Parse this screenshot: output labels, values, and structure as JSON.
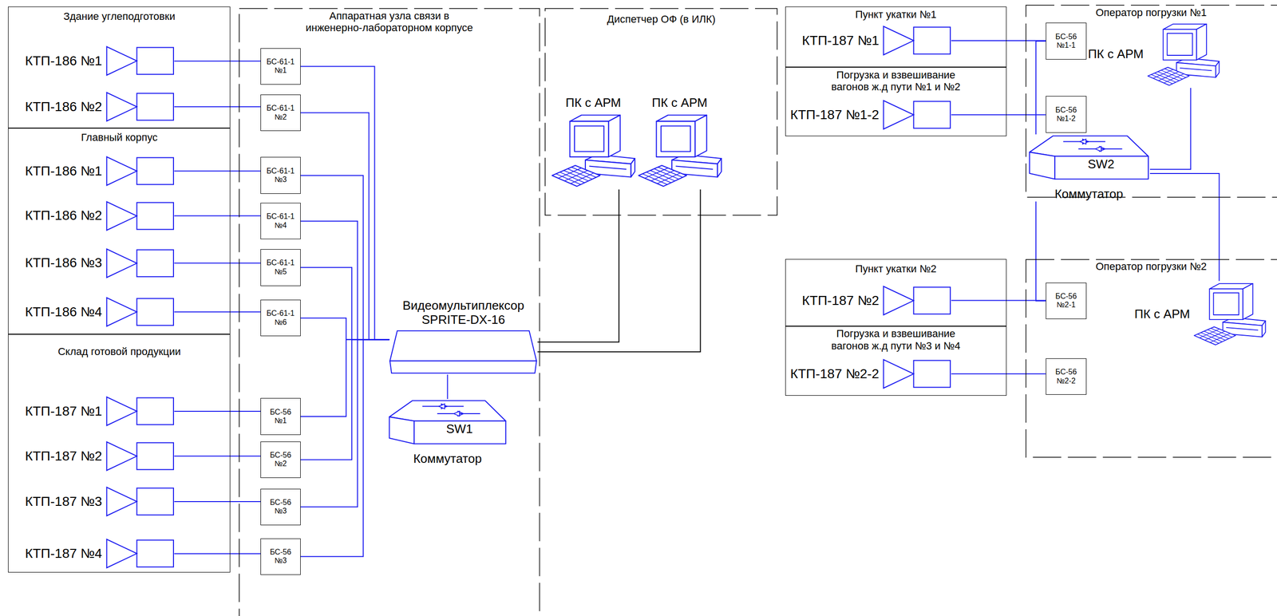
{
  "diagram": {
    "nodes": [
      {
        "text": [
          "Здание углеподготовки"
        ]
      },
      {
        "text": [
          "КТП-186 №1"
        ],
        "in": 0
      },
      {
        "text": [
          "КТП-186 №2"
        ],
        "in": 0
      },
      {
        "text": [
          "Главный корпус"
        ]
      },
      {
        "text": [
          "КТП-186 №1"
        ],
        "in": 3
      },
      {
        "text": [
          "КТП-186 №2"
        ],
        "in": 3
      },
      {
        "text": [
          "КТП-186 №3"
        ],
        "in": 3
      },
      {
        "text": [
          "КТП-186 №4"
        ],
        "in": 3
      },
      {
        "text": [
          "Склад готовой продукции"
        ]
      },
      {
        "text": [
          "КТП-187 №1"
        ],
        "in": 8
      },
      {
        "text": [
          "КТП-187 №2"
        ],
        "in": 8
      },
      {
        "text": [
          "КТП-187 №3"
        ],
        "in": 8
      },
      {
        "text": [
          "КТП-187 №4"
        ],
        "in": 8
      },
      {
        "text": [
          "Аппаратная узла связи в инженерно-лабораторном корпусе"
        ]
      },
      {
        "text": [
          "БС-61-1 №1"
        ],
        "in": 13
      },
      {
        "text": [
          "БС-61-1 №2"
        ],
        "in": 13
      },
      {
        "text": [
          "БС-61-1 №3"
        ],
        "in": 13
      },
      {
        "text": [
          "БС-61-1 №4"
        ],
        "in": 13
      },
      {
        "text": [
          "БС-61-1 №5"
        ],
        "in": 13
      },
      {
        "text": [
          "БС-61-1 №6"
        ],
        "in": 13
      },
      {
        "text": [
          "БС-56 №1"
        ],
        "in": 13
      },
      {
        "text": [
          "БС-56 №2"
        ],
        "in": 13
      },
      {
        "text": [
          "БС-56 №3"
        ],
        "in": 13
      },
      {
        "text": [
          "БС-56 №3"
        ],
        "in": 13
      },
      {
        "text": [
          "Видеомультиплексор SPRITE-DX-16"
        ],
        "in": 13
      },
      {
        "text": [
          "SW1",
          "Коммутатор"
        ],
        "in": 13
      },
      {
        "text": [
          "Диспетчер ОФ (в ИЛК)"
        ]
      },
      {
        "text": [
          "ПК с АРМ"
        ],
        "in": 26
      },
      {
        "text": [
          "ПК с АРМ"
        ],
        "in": 26
      },
      {
        "text": [
          "Пункт укатки №1"
        ]
      },
      {
        "text": [
          "КТП-187 №1"
        ],
        "in": 29
      },
      {
        "text": [
          "Погрузка и взвешивание вагонов ж.д пути №1 и №2"
        ]
      },
      {
        "text": [
          "КТП-187 №1-2"
        ],
        "in": 31
      },
      {
        "text": [
          "Оператор погрузки №1"
        ]
      },
      {
        "text": [
          "БС-56 №1-1"
        ],
        "in": 33
      },
      {
        "text": [
          "ПК с АРМ"
        ],
        "in": 33
      },
      {
        "text": [
          "БС-56 №1-2"
        ],
        "in": 33
      },
      {
        "text": [
          "SW2",
          "Коммутатор"
        ],
        "in": 33
      },
      {
        "text": [
          "Пункт укатки №2"
        ]
      },
      {
        "text": [
          "КТП-187 №2"
        ],
        "in": 38
      },
      {
        "text": [
          "Погрузка и взвешивание вагонов ж.д пути №3 и №4"
        ]
      },
      {
        "text": [
          "КТП-187 №2-2"
        ],
        "in": 40
      },
      {
        "text": [
          "Оператор погрузки №2"
        ]
      },
      {
        "text": [
          "БС-56 №2-1"
        ],
        "in": 42
      },
      {
        "text": [
          "БС-56 №2-2"
        ],
        "in": 42
      },
      {
        "text": [
          "ПК с АРМ"
        ],
        "in": 42
      }
    ],
    "edges": [
      {
        "from": 1,
        "to": 14,
        "arrow": "none"
      },
      {
        "from": 2,
        "to": 15,
        "arrow": "none"
      },
      {
        "from": 4,
        "to": 16,
        "arrow": "none"
      },
      {
        "from": 5,
        "to": 17,
        "arrow": "none"
      },
      {
        "from": 6,
        "to": 18,
        "arrow": "none"
      },
      {
        "from": 7,
        "to": 19,
        "arrow": "none"
      },
      {
        "from": 9,
        "to": 20,
        "arrow": "none"
      },
      {
        "from": 10,
        "to": 21,
        "arrow": "none"
      },
      {
        "from": 11,
        "to": 22,
        "arrow": "none"
      },
      {
        "from": 12,
        "to": 23,
        "arrow": "none"
      },
      {
        "from": 14,
        "to": 24,
        "arrow": "none"
      },
      {
        "from": 15,
        "to": 24,
        "arrow": "none"
      },
      {
        "from": 16,
        "to": 24,
        "arrow": "none"
      },
      {
        "from": 17,
        "to": 24,
        "arrow": "none"
      },
      {
        "from": 18,
        "to": 24,
        "arrow": "none"
      },
      {
        "from": 19,
        "to": 24,
        "arrow": "none"
      },
      {
        "from": 20,
        "to": 24,
        "arrow": "none"
      },
      {
        "from": 21,
        "to": 24,
        "arrow": "none"
      },
      {
        "from": 22,
        "to": 24,
        "arrow": "none"
      },
      {
        "from": 23,
        "to": 24,
        "arrow": "none"
      },
      {
        "from": 24,
        "to": 25,
        "arrow": "none"
      },
      {
        "from": 24,
        "to": 27,
        "arrow": "none"
      },
      {
        "from": 24,
        "to": 28,
        "arrow": "none"
      },
      {
        "from": 30,
        "to": 34,
        "arrow": "none"
      },
      {
        "from": 32,
        "to": 36,
        "arrow": "none"
      },
      {
        "from": 39,
        "to": 43,
        "arrow": "none"
      },
      {
        "from": 41,
        "to": 44,
        "arrow": "none"
      },
      {
        "from": 34,
        "to": 37,
        "arrow": "none"
      },
      {
        "from": 43,
        "to": 37,
        "arrow": "none"
      },
      {
        "from": 37,
        "to": 35,
        "arrow": "none"
      },
      {
        "from": 37,
        "to": 45,
        "arrow": "none"
      }
    ]
  }
}
